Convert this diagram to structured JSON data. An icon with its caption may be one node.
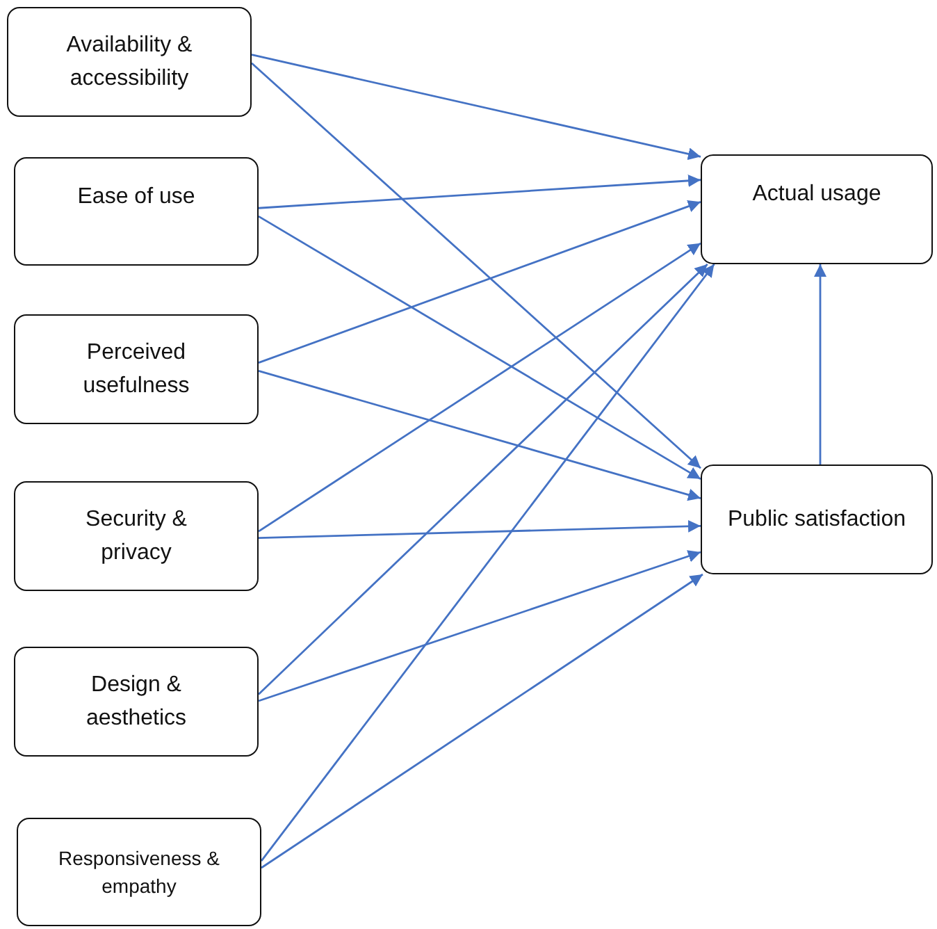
{
  "diagram": {
    "nodes": [
      {
        "text": [
          "Availability & accessibility"
        ]
      },
      {
        "text": [
          "Ease of use"
        ]
      },
      {
        "text": [
          "Perceived usefulness"
        ]
      },
      {
        "text": [
          "Security & privacy"
        ]
      },
      {
        "text": [
          "Design & aesthetics"
        ]
      },
      {
        "text": [
          "Responsiveness & empathy"
        ]
      },
      {
        "text": [
          "Actual usage"
        ]
      },
      {
        "text": [
          "Public satisfaction"
        ]
      }
    ],
    "edges": [
      {
        "from": 0,
        "to": 6,
        "arrow": "to"
      },
      {
        "from": 0,
        "to": 7,
        "arrow": "to"
      },
      {
        "from": 1,
        "to": 6,
        "arrow": "to"
      },
      {
        "from": 1,
        "to": 7,
        "arrow": "to"
      },
      {
        "from": 2,
        "to": 6,
        "arrow": "to"
      },
      {
        "from": 2,
        "to": 7,
        "arrow": "to"
      },
      {
        "from": 3,
        "to": 6,
        "arrow": "to"
      },
      {
        "from": 3,
        "to": 7,
        "arrow": "to"
      },
      {
        "from": 4,
        "to": 6,
        "arrow": "to"
      },
      {
        "from": 4,
        "to": 7,
        "arrow": "to"
      },
      {
        "from": 5,
        "to": 6,
        "arrow": "to"
      },
      {
        "from": 5,
        "to": 7,
        "arrow": "to"
      },
      {
        "from": 7,
        "to": 6,
        "arrow": "to"
      }
    ]
  }
}
